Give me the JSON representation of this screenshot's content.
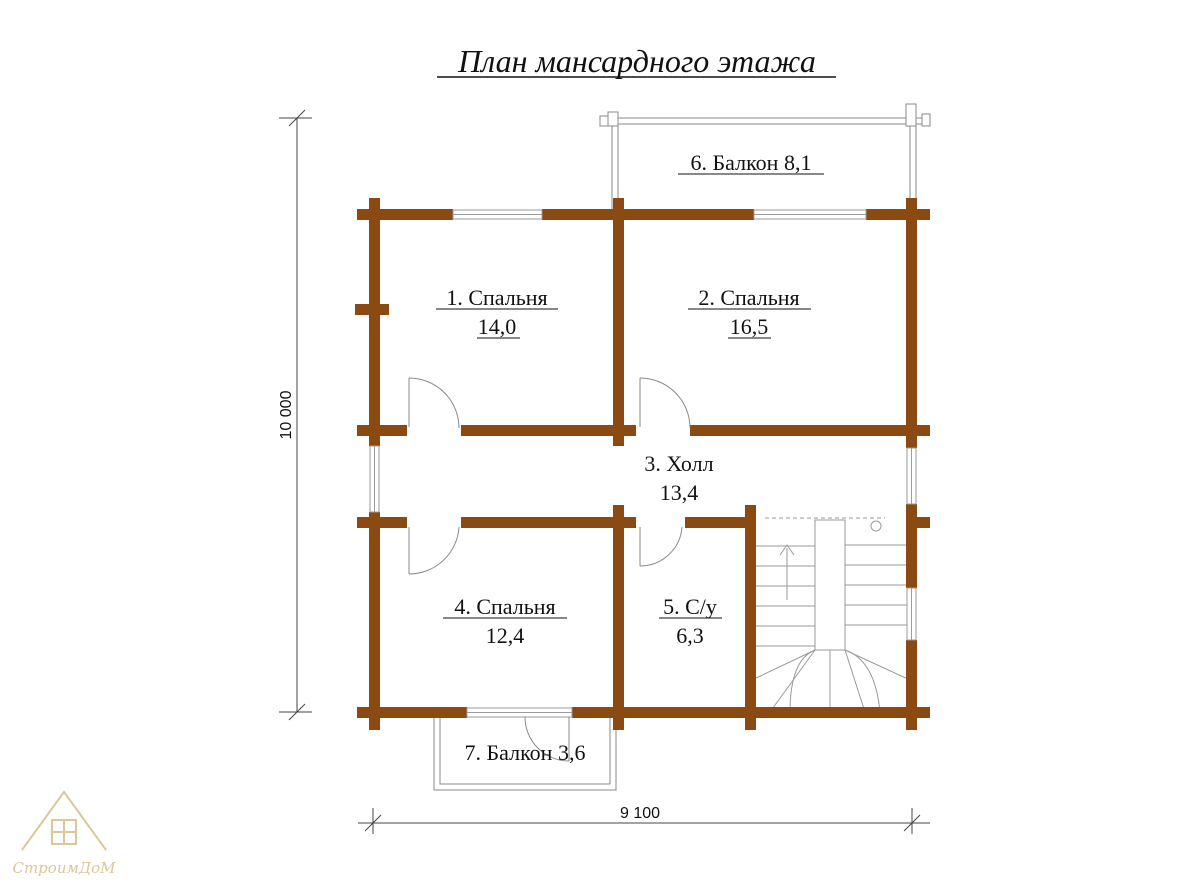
{
  "title": "План мансардного этажа",
  "dimensions": {
    "height": "10 000",
    "width": "9 100"
  },
  "rooms": [
    {
      "number": "1.",
      "name": "Спальня",
      "area": "14,0"
    },
    {
      "number": "2.",
      "name": "Спальня",
      "area": "16,5"
    },
    {
      "number": "3.",
      "name": "Холл",
      "area": "13,4"
    },
    {
      "number": "4.",
      "name": "Спальня",
      "area": "12,4"
    },
    {
      "number": "5.",
      "name": "С/у",
      "area": "6,3"
    },
    {
      "number": "6.",
      "name": "Балкон",
      "area": "8,1"
    },
    {
      "number": "7.",
      "name": "Балкон",
      "area": "3,6"
    }
  ],
  "labels": {
    "room1_title": "1. Спальня",
    "room1_area": "14,0",
    "room2_title": "2. Спальня",
    "room2_area": "16,5",
    "room3_title": "3. Холл",
    "room3_area": "13,4",
    "room4_title": "4. Спальня",
    "room4_area": "12,4",
    "room5_title": "5. С/у",
    "room5_area": "6,3",
    "room6_label": "6. Балкон 8,1",
    "room7_label": "7. Балкон 3,6"
  },
  "logo": {
    "text": "СтроимДоМ",
    "icon": "house-roof-icon"
  },
  "colors": {
    "wall": "#8b4a12",
    "window": "#9a9a9a",
    "line": "#555555",
    "logo": "#d9c89a"
  }
}
